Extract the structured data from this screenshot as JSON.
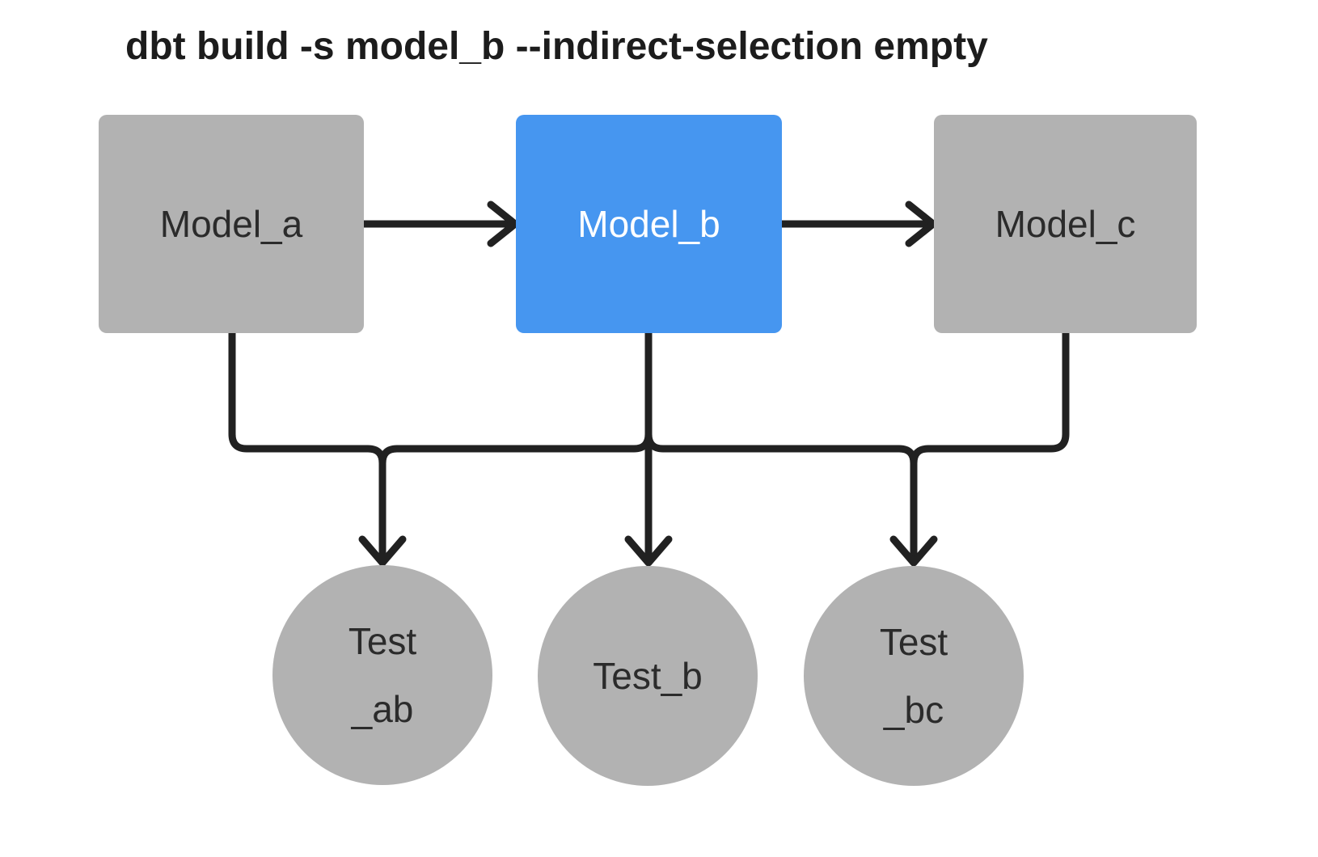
{
  "title": "dbt build -s model_b --indirect-selection empty",
  "nodes": {
    "model_a": {
      "label": "Model_a",
      "type": "model",
      "selected": false
    },
    "model_b": {
      "label": "Model_b",
      "type": "model",
      "selected": true
    },
    "model_c": {
      "label": "Model_c",
      "type": "model",
      "selected": false
    },
    "test_ab": {
      "label_lines": [
        "Test",
        "_ab"
      ],
      "type": "test",
      "selected": false
    },
    "test_b": {
      "label_lines": [
        "Test_b"
      ],
      "type": "test",
      "selected": false
    },
    "test_bc": {
      "label_lines": [
        "Test",
        "_bc"
      ],
      "type": "test",
      "selected": false
    }
  },
  "edges": [
    {
      "from": "model_a",
      "to": "model_b"
    },
    {
      "from": "model_b",
      "to": "model_c"
    },
    {
      "from": "model_a",
      "to": "test_ab"
    },
    {
      "from": "model_b",
      "to": "test_ab"
    },
    {
      "from": "model_b",
      "to": "test_b"
    },
    {
      "from": "model_b",
      "to": "test_bc"
    },
    {
      "from": "model_c",
      "to": "test_bc"
    }
  ],
  "colors": {
    "node_gray": "#b2b2b2",
    "selected_blue": "#4696f0",
    "line": "#212121",
    "text_dark": "#2b2b2b",
    "text_light": "#ffffff",
    "background": "#ffffff"
  }
}
